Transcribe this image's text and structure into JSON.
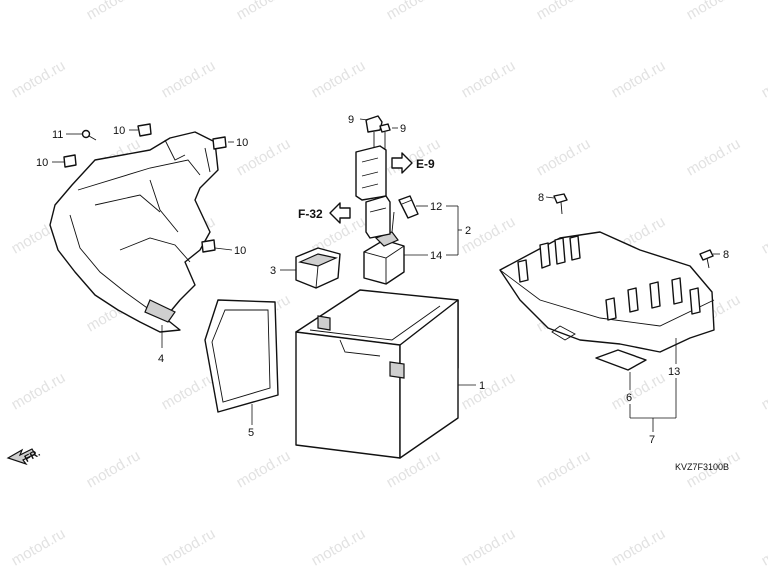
{
  "watermark": "motod.ru",
  "diagram_code": "KVZ7F3100B",
  "direction_label": "FR.",
  "refs": {
    "e9": "E-9",
    "f32": "F-32"
  },
  "callouts": {
    "n1": "1",
    "n2": "2",
    "n3": "3",
    "n4": "4",
    "n5": "5",
    "n6": "6",
    "n7": "7",
    "n8a": "8",
    "n8b": "8",
    "n9a": "9",
    "n9b": "9",
    "n10a": "10",
    "n10b": "10",
    "n10c": "10",
    "n10d": "10",
    "n11": "11",
    "n12": "12",
    "n13": "13",
    "n14": "14"
  },
  "colors": {
    "line": "#111111",
    "watermark": "#e2e2e2",
    "background": "#ffffff"
  }
}
